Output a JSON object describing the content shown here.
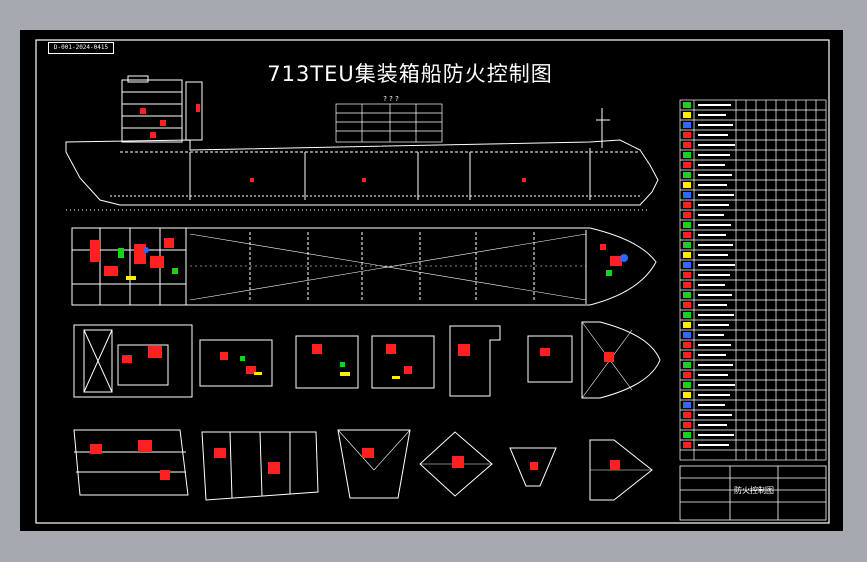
{
  "drawing": {
    "title": "713TEU集装箱船防火控制图",
    "frame_tag": "D-001-2024-0415",
    "table_header": "? ? ?",
    "title_block_label": "防火控制图"
  },
  "colors": {
    "background": "#a6aab0",
    "sheet": "#000000",
    "lines": "#ffffff",
    "accent_red": "#ff2020",
    "accent_green": "#19d219",
    "accent_yellow": "#ffee00",
    "accent_blue": "#2a6cff"
  }
}
